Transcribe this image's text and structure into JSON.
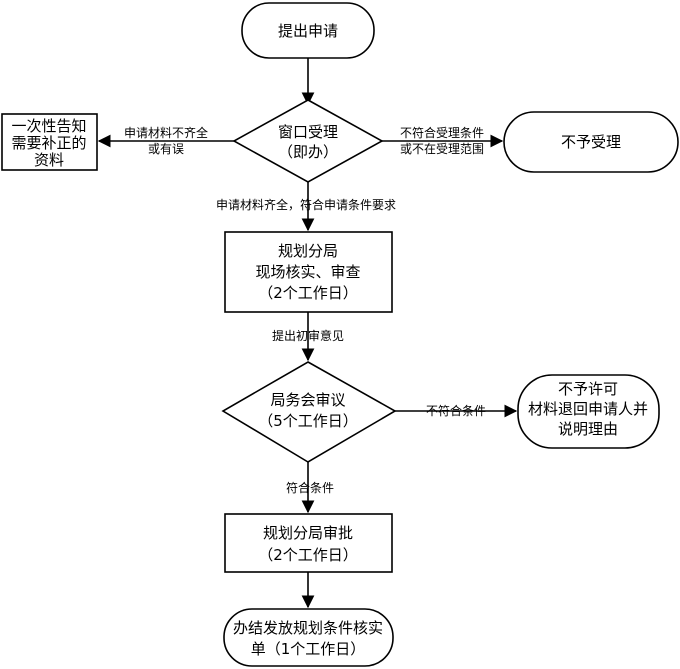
{
  "nodes": {
    "start": [
      "提出申请"
    ],
    "window": [
      "窗口受理",
      "（即办）"
    ],
    "notify": [
      "一次性告知",
      "需要补正的",
      "资料"
    ],
    "reject": [
      "不予受理"
    ],
    "review": [
      "规划分局",
      "现场核实、审查",
      "（2个工作日）"
    ],
    "meeting": [
      "局务会审议",
      "（5个工作日）"
    ],
    "deny": [
      "不予许可",
      "材料退回申请人并",
      "说明理由"
    ],
    "approve": [
      "规划分局审批",
      "（2个工作日）"
    ],
    "finish": [
      "办结发放规划条件核实",
      "单（1个工作日）"
    ]
  },
  "edges": {
    "incomplete": [
      "申请材料不齐全",
      "或有误"
    ],
    "not_eligible": [
      "不符合受理条件",
      "或不在受理范围"
    ],
    "complete": [
      "申请材料齐全，符合申请条件要求"
    ],
    "opinion": [
      "提出初审意见"
    ],
    "not_meet": [
      "不符合条件"
    ],
    "meet": [
      "符合条件"
    ]
  }
}
